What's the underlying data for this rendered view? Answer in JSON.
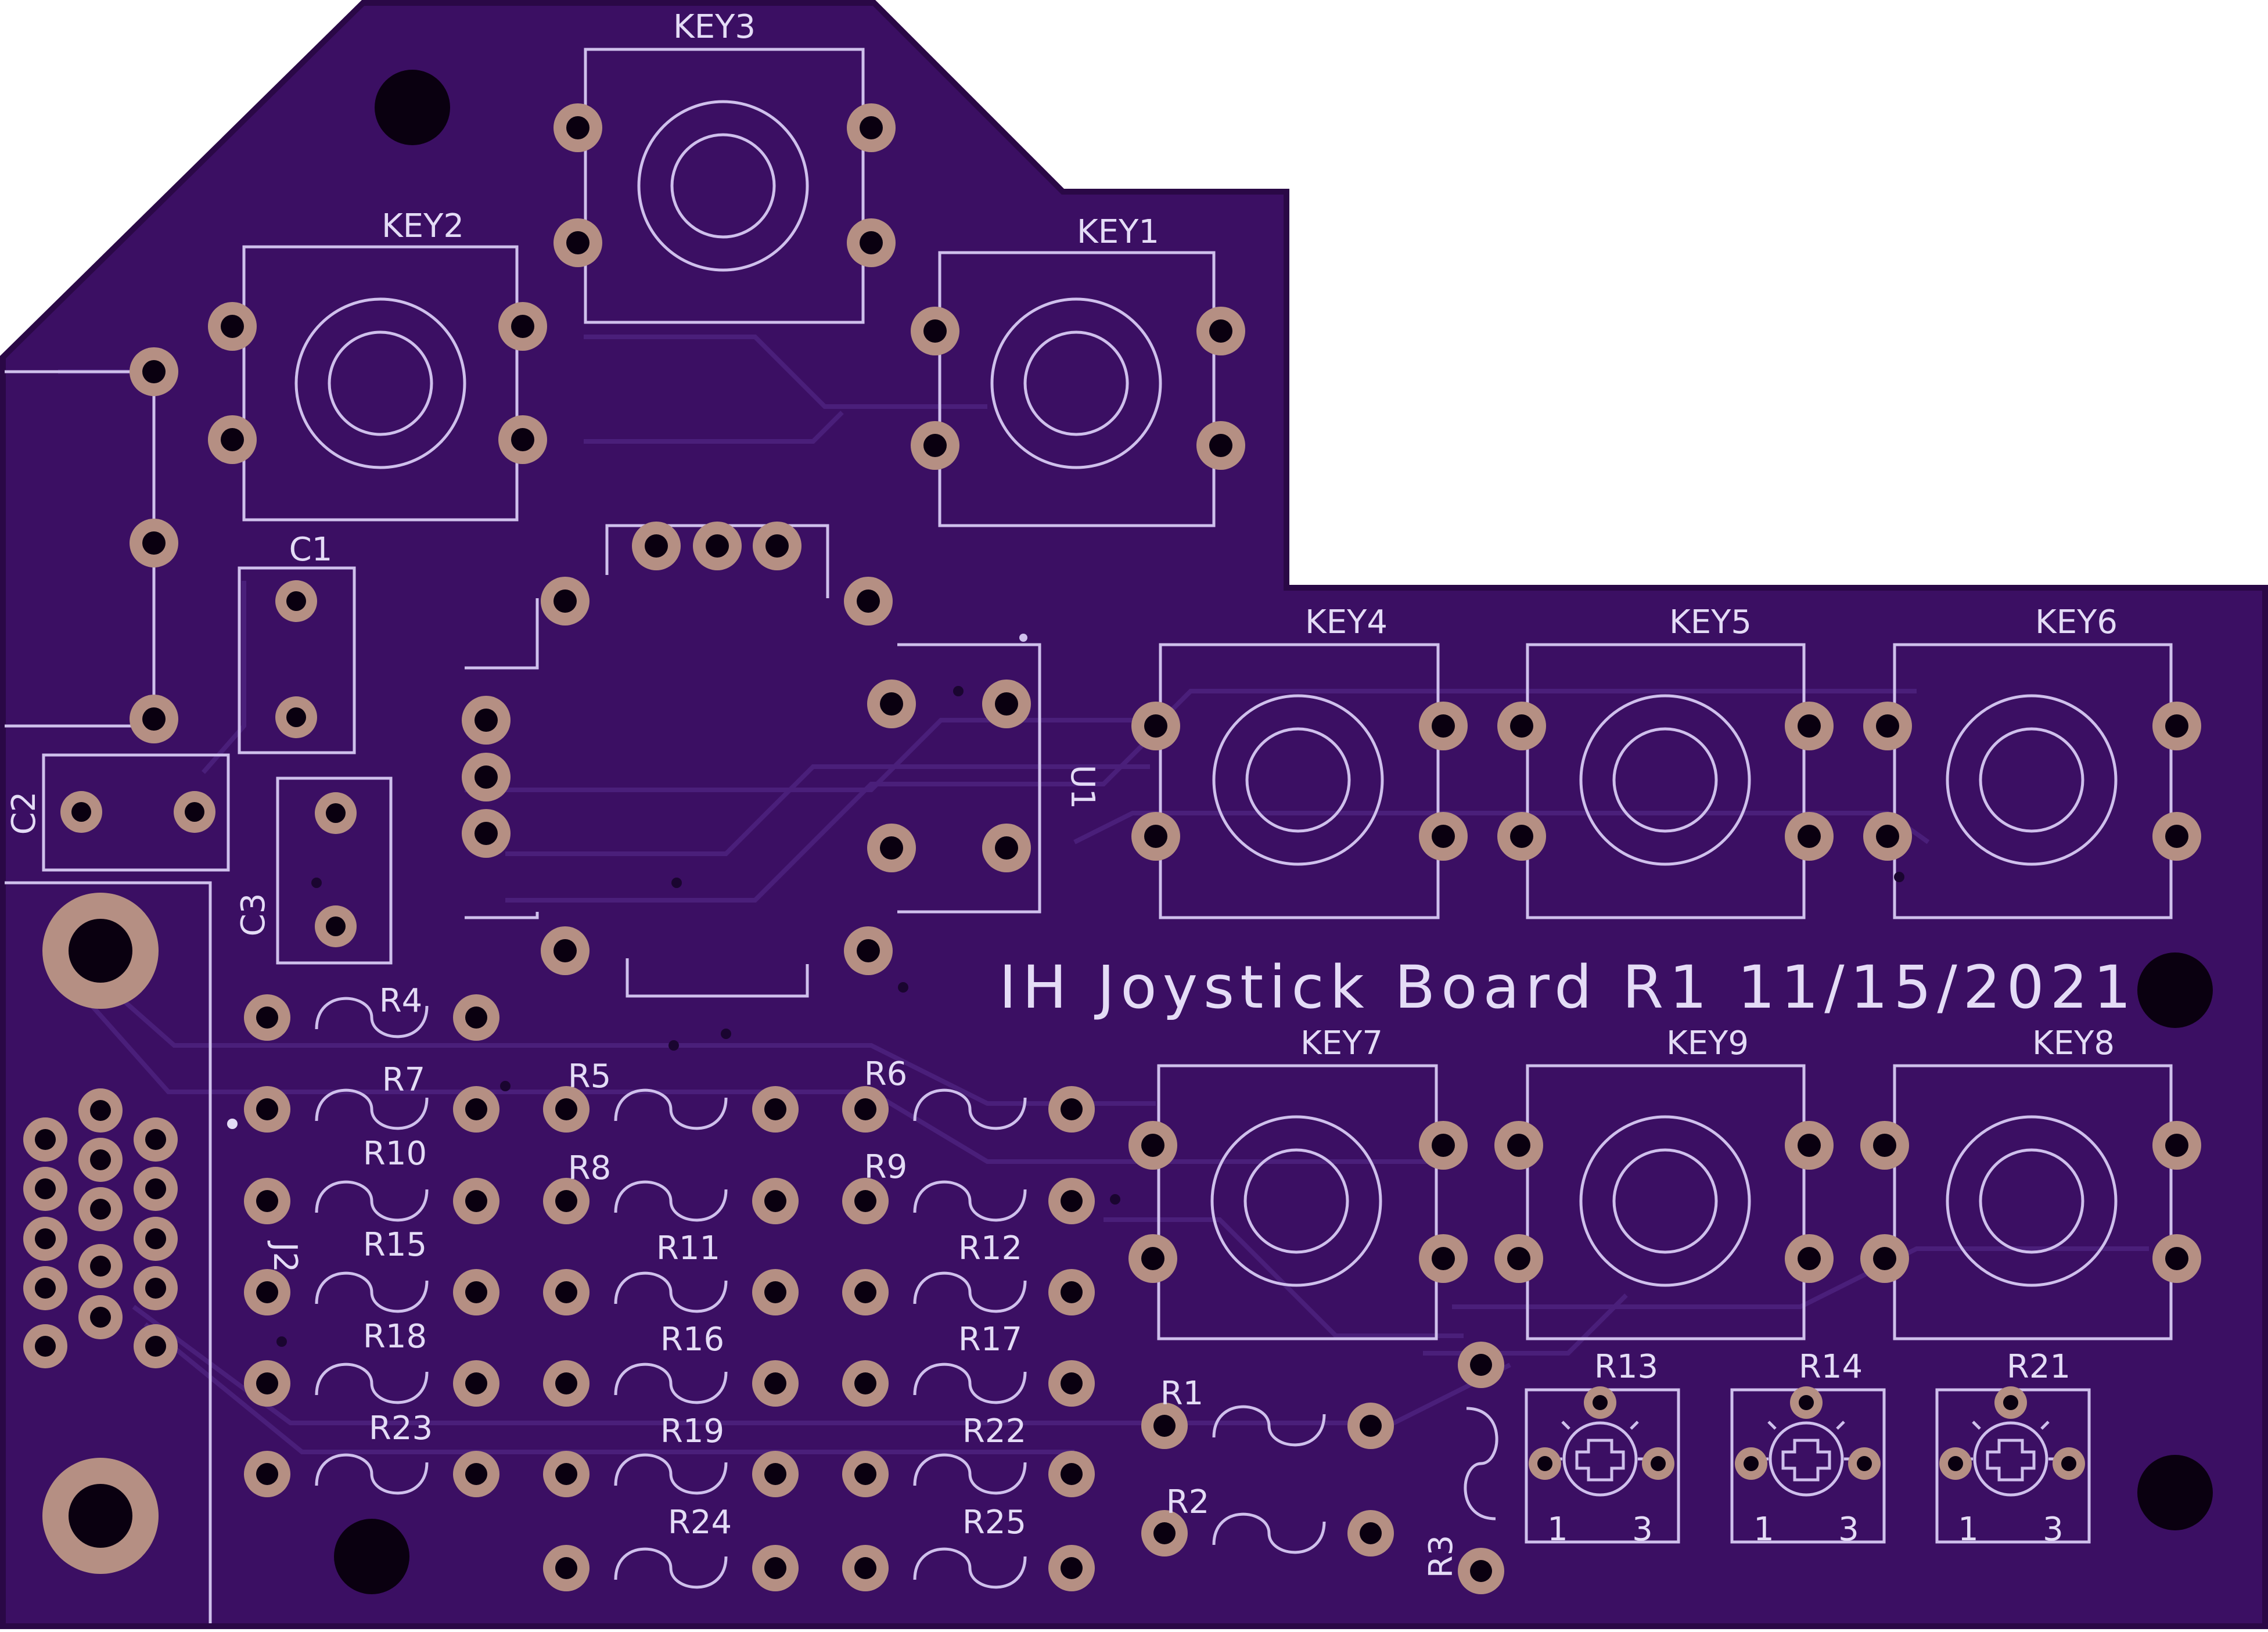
{
  "board": {
    "title": "IH Joystick Board R1 11/15/2021",
    "colors": {
      "soldermask": "#3b0f63",
      "soldermask_edge": "#2a0846",
      "silkscreen": "#e4dcf6",
      "pad": "#b58f83",
      "drill": "#0a0010"
    }
  },
  "components": {
    "keys": [
      "KEY1",
      "KEY2",
      "KEY3",
      "KEY4",
      "KEY5",
      "KEY6",
      "KEY7",
      "KEY8",
      "KEY9"
    ],
    "capacitors": [
      "C1",
      "C2",
      "C3"
    ],
    "ic": "U1",
    "connector": "J2",
    "resistors": [
      "R1",
      "R2",
      "R3",
      "R4",
      "R5",
      "R6",
      "R7",
      "R8",
      "R9",
      "R10",
      "R11",
      "R12",
      "R15",
      "R16",
      "R17",
      "R18",
      "R19",
      "R22",
      "R23",
      "R24",
      "R25"
    ],
    "trimpots": [
      "R13",
      "R14",
      "R21"
    ],
    "trimpot_pin_labels": [
      "1",
      "3"
    ]
  }
}
